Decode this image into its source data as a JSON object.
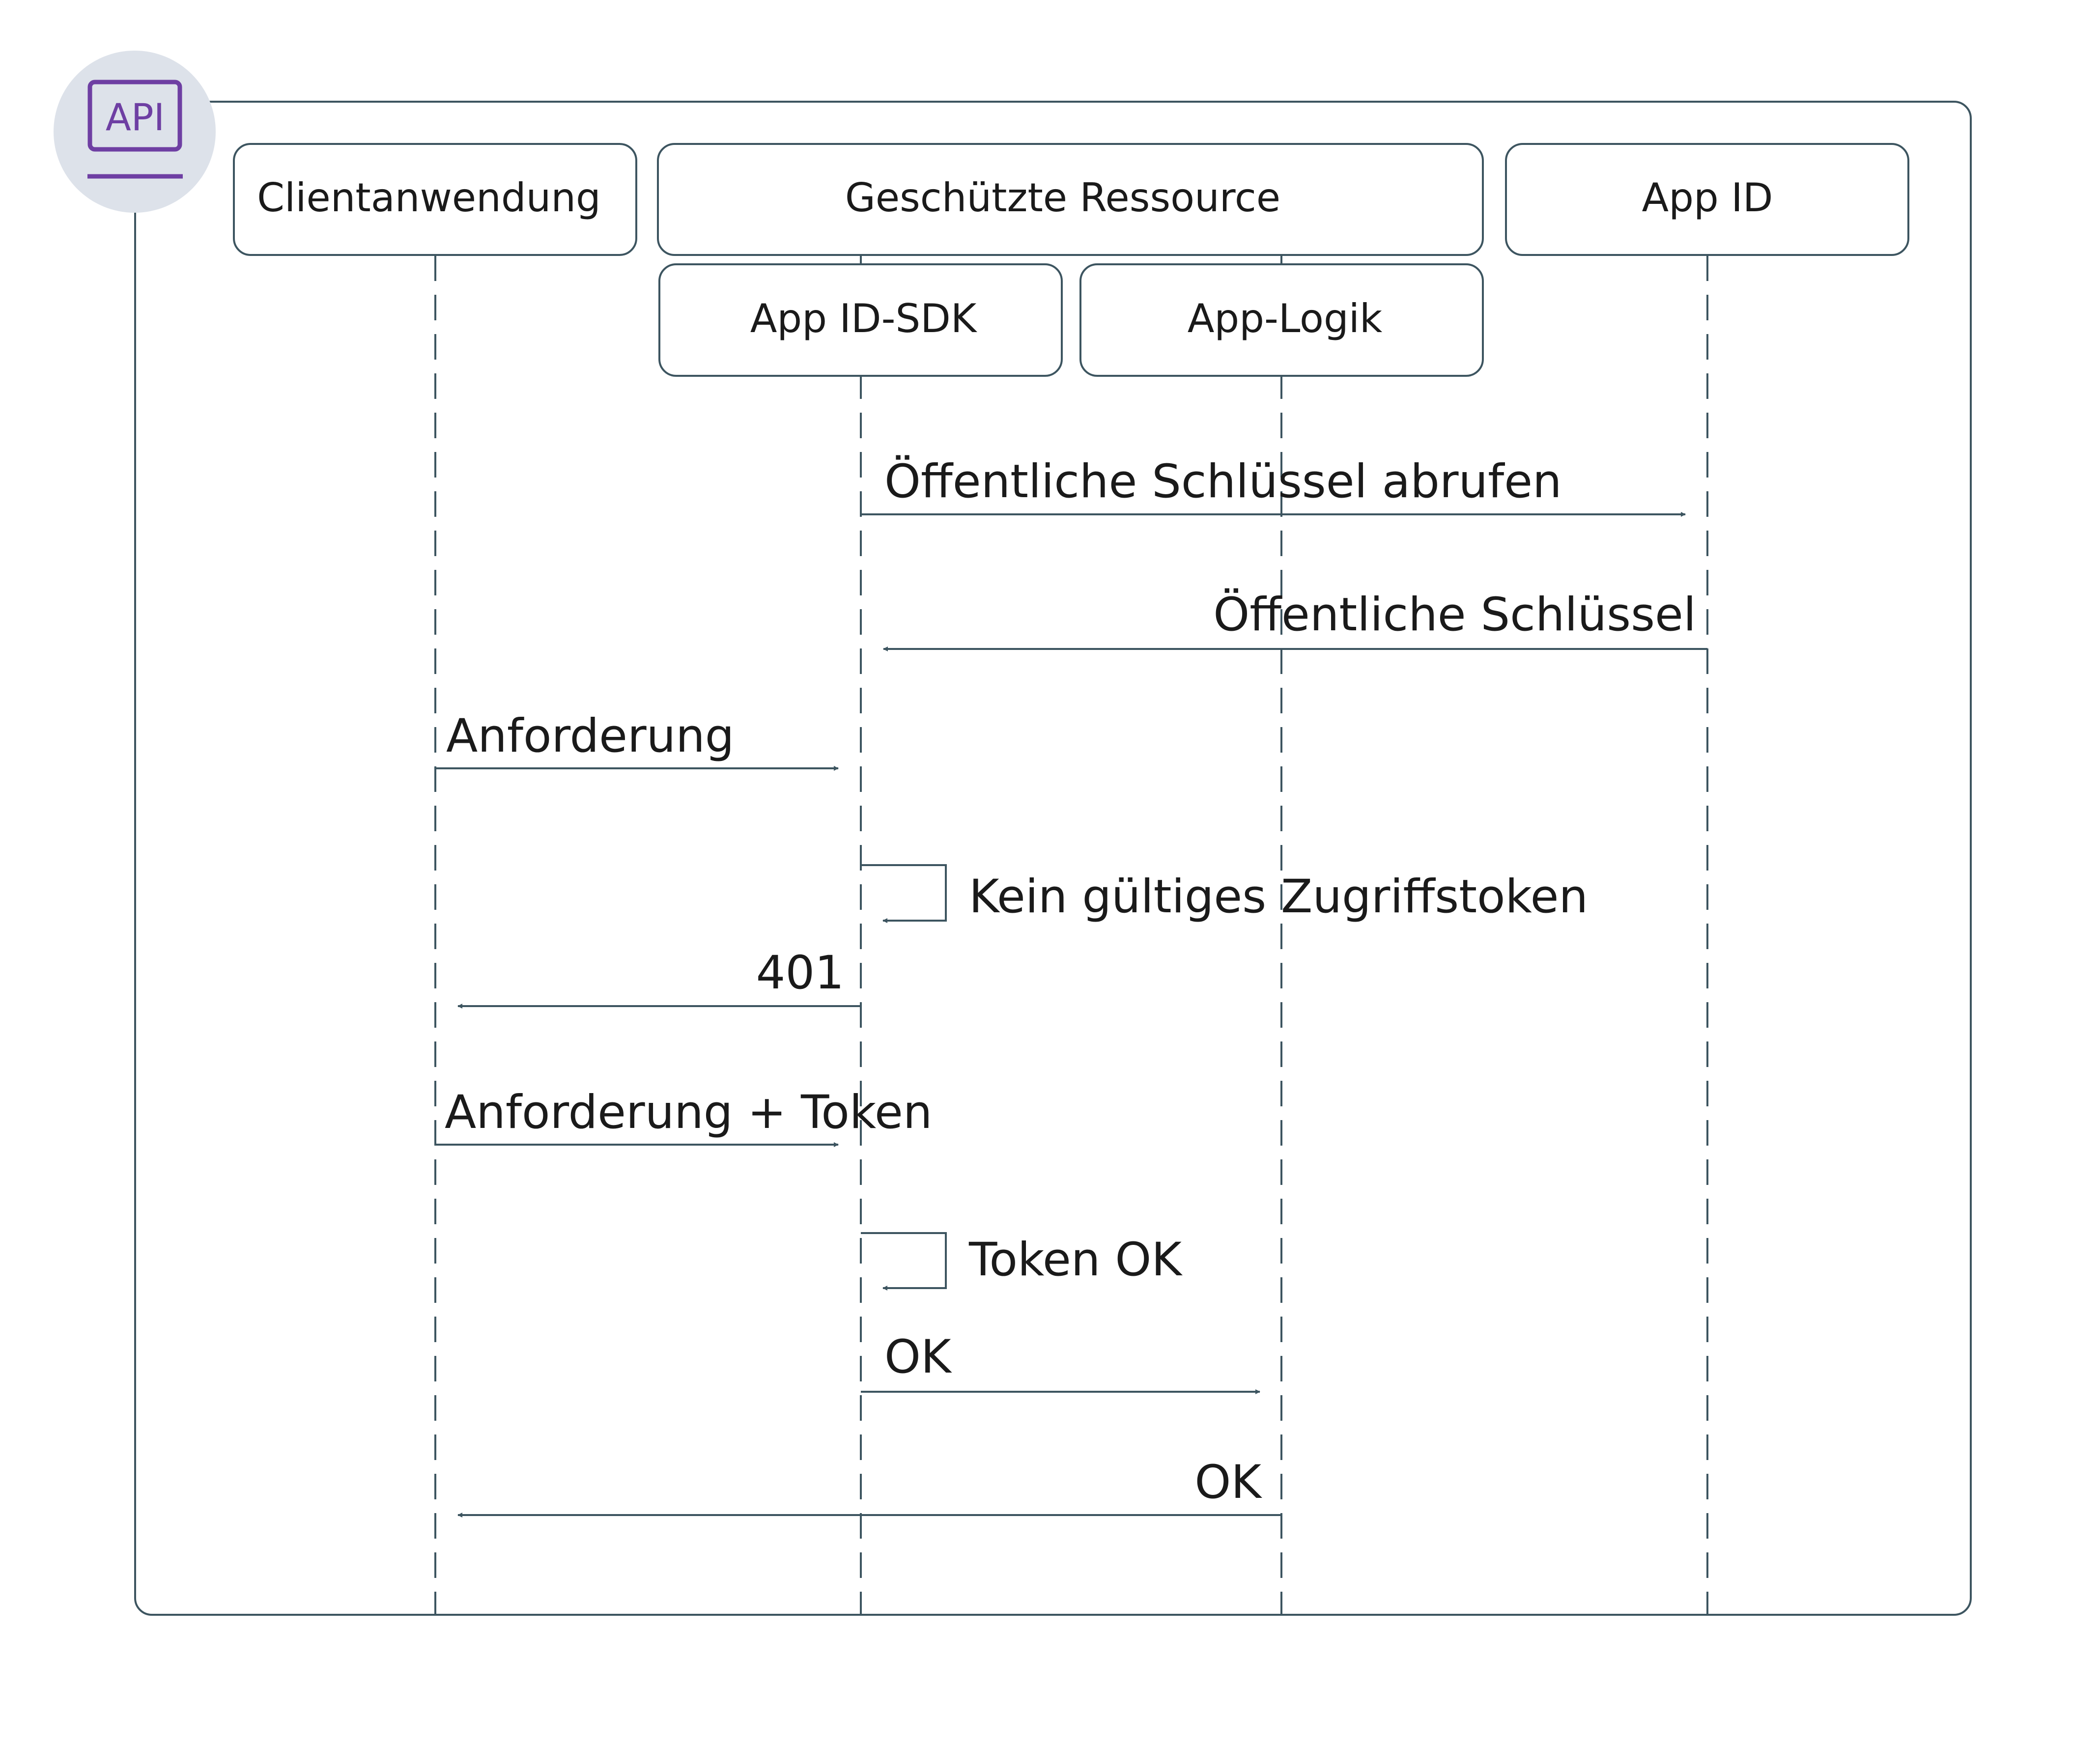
{
  "api_badge": {
    "label": "API"
  },
  "participants": {
    "client": "Clientanwendung",
    "protected_resource": "Geschützte Ressource",
    "app_id": "App ID",
    "app_id_sdk": "App ID-SDK",
    "app_logic": "App-Logik"
  },
  "messages": [
    {
      "label": "Öffentliche Schlüssel abrufen",
      "from": "app_id_sdk",
      "to": "app_id"
    },
    {
      "label": "Öffentliche Schlüssel",
      "from": "app_id",
      "to": "app_id_sdk"
    },
    {
      "label": "Anforderung",
      "from": "client",
      "to": "app_id_sdk"
    },
    {
      "label": "Kein gültiges Zugriffstoken",
      "from": "app_id_sdk",
      "to": "app_id_sdk"
    },
    {
      "label": "401",
      "from": "app_id_sdk",
      "to": "client"
    },
    {
      "label": "Anforderung + Token",
      "from": "client",
      "to": "app_id_sdk"
    },
    {
      "label": "Token OK",
      "from": "app_id_sdk",
      "to": "app_id_sdk"
    },
    {
      "label": "OK",
      "from": "app_id_sdk",
      "to": "app_logic"
    },
    {
      "label": "OK",
      "from": "app_logic",
      "to": "client"
    }
  ],
  "colors": {
    "line": "#3d5560",
    "api_accent": "#6e3fa3",
    "api_badge_bg": "#dde2ea"
  }
}
